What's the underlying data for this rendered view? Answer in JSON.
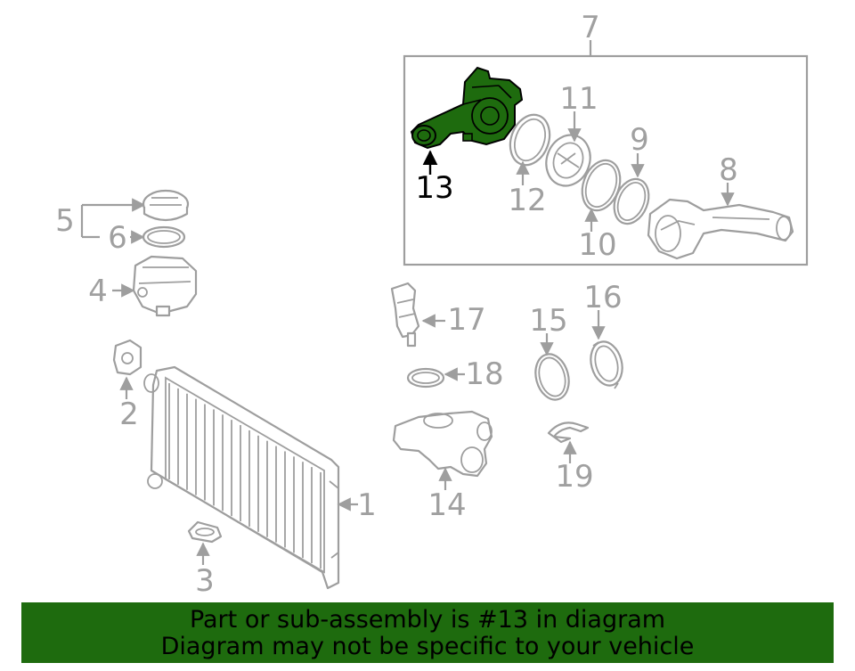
{
  "diagram": {
    "highlight_color": "#1e6b0e",
    "callouts": {
      "n1": "1",
      "n2": "2",
      "n3": "3",
      "n4": "4",
      "n5": "5",
      "n6": "6",
      "n7": "7",
      "n8": "8",
      "n9": "9",
      "n10": "10",
      "n11": "11",
      "n12": "12",
      "n13": "13",
      "n14": "14",
      "n15": "15",
      "n16": "16",
      "n17": "17",
      "n18": "18",
      "n19": "19"
    },
    "highlighted_part": "13"
  },
  "banner": {
    "line1": "Part or sub-assembly is #13 in diagram",
    "line2": "Diagram may not be specific to your vehicle"
  }
}
